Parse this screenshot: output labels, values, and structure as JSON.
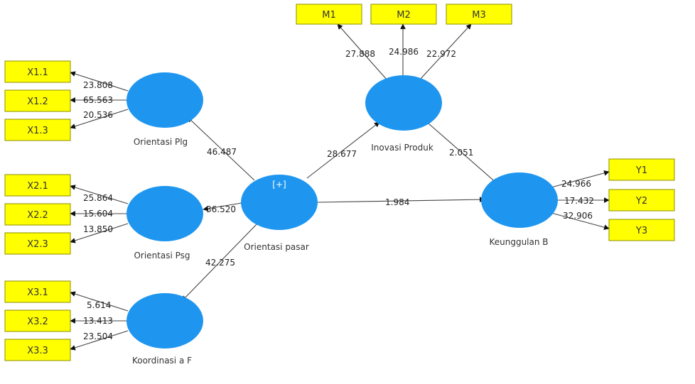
{
  "diagram": {
    "constructs": {
      "orientasi_plg": "Orientasi Plg",
      "orientasi_psg": "Orientasi Psg",
      "koordinasi": "Koordinasi a F",
      "orientasi_pasar": "Orientasi pasar",
      "inovasi_produk": "Inovasi Produk",
      "keunggulan": "Keunggulan B"
    },
    "expand_marker": "[+]",
    "indicators": {
      "x11": "X1.1",
      "x12": "X1.2",
      "x13": "X1.3",
      "x21": "X2.1",
      "x22": "X2.2",
      "x23": "X2.3",
      "x31": "X3.1",
      "x32": "X3.2",
      "x33": "X3.3",
      "m1": "M1",
      "m2": "M2",
      "m3": "M3",
      "y1": "Y1",
      "y2": "Y2",
      "y3": "Y3"
    },
    "loadings": {
      "x11": "23.808",
      "x12": "65.563",
      "x13": "20.536",
      "x21": "25.864",
      "x22": "15.604",
      "x23": "13.850",
      "x31": "5.614",
      "x32": "13.413",
      "x33": "23.504",
      "m1": "27.888",
      "m2": "24.986",
      "m3": "22.972",
      "y1": "24.966",
      "y2": "17.432",
      "y3": "32.906"
    },
    "paths": {
      "op_plg": "46.487",
      "op_psg": "36.520",
      "op_koord": "42.275",
      "op_inov": "28.677",
      "op_keung": "1.984",
      "inov_keung": "2.051"
    }
  }
}
